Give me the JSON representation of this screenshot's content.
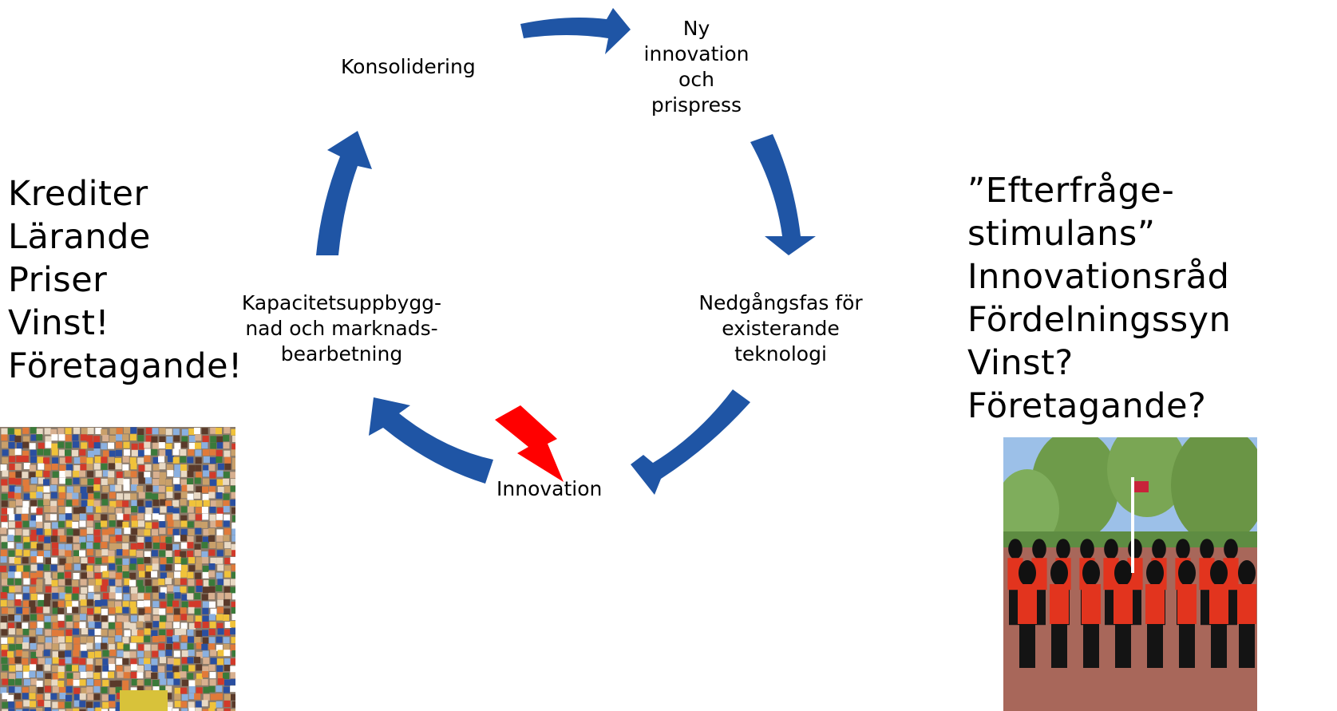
{
  "colors": {
    "arrow": "#1f55a5",
    "lightning": "#ff0000",
    "background": "#ffffff",
    "text": "#000000"
  },
  "cycle": {
    "top_left_label": "Konsolidering",
    "top_right_label_lines": [
      "Ny",
      "innovation",
      "och",
      "prispress"
    ],
    "right_label_lines": [
      "Nedgångsfas för",
      "existerande",
      "teknologi"
    ],
    "bottom_label": "Innovation",
    "left_label_lines": [
      "Kapacitetsuppbygg-",
      "nad och marknads-",
      "bearbetning"
    ]
  },
  "left_list": [
    "Krediter",
    "Lärande",
    "Priser",
    "Vinst!",
    "Företagande!"
  ],
  "right_list": [
    "”Efterfråge-",
    "stimulans”",
    "Innovationsråd",
    "Fördelningssyn",
    "Vinst?",
    "Företagande?"
  ],
  "images": {
    "left": "stadium-crowd-photo",
    "right": "marching-guards-photo"
  },
  "icons": {
    "arrow": "curved-arrow-icon",
    "lightning": "lightning-bolt-icon"
  }
}
